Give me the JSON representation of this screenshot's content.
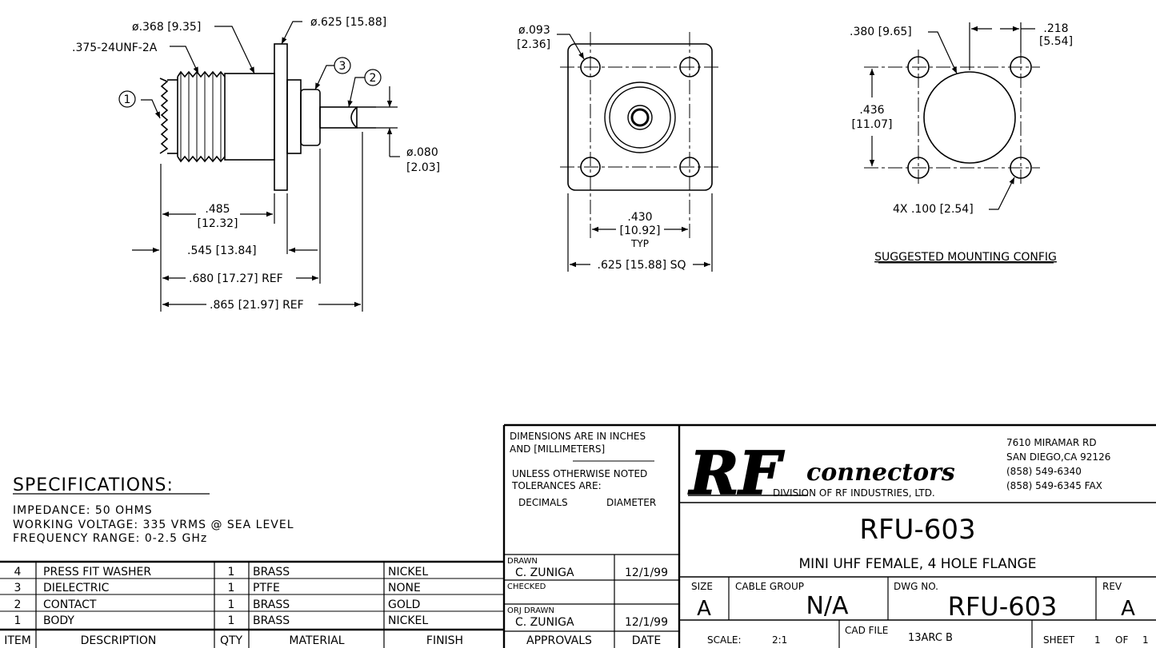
{
  "drawing": {
    "side_view": {
      "thread_dia": "ø.368 [9.35]",
      "flange_dia": "ø.625 [15.88]",
      "thread_spec": ".375-24UNF-2A",
      "pin_dia_in": "ø.080",
      "pin_dia_mm": "[2.03]",
      "dim_485_in": ".485",
      "dim_485_mm": "[12.32]",
      "dim_545": ".545 [13.84]",
      "dim_680": ".680 [17.27] REF",
      "dim_865": ".865 [21.97] REF",
      "balloons": [
        "1",
        "2",
        "3"
      ]
    },
    "front_view": {
      "hole_dia_in": "ø.093",
      "hole_dia_mm": "[2.36]",
      "spacing_in": ".430",
      "spacing_mm": "[10.92]",
      "spacing_typ": "TYP",
      "square": ".625 [15.88] SQ"
    },
    "mounting": {
      "center_hole": ".380 [9.65]",
      "offset_in": ".218",
      "offset_mm": "[5.54]",
      "height_in": ".436",
      "height_mm": "[11.07]",
      "holes": "4X .100 [2.54]",
      "caption": "SUGGESTED MOUNTING CONFIG"
    }
  },
  "specifications": {
    "title": "SPECIFICATIONS:",
    "lines": [
      "IMPEDANCE: 50 OHMS",
      "WORKING VOLTAGE: 335 VRMS @ SEA LEVEL",
      "FREQUENCY RANGE: 0-2.5 GHz"
    ]
  },
  "bom": {
    "headers": [
      "ITEM",
      "DESCRIPTION",
      "QTY",
      "MATERIAL",
      "FINISH"
    ],
    "rows": [
      [
        "4",
        "PRESS FIT WASHER",
        "1",
        "BRASS",
        "NICKEL"
      ],
      [
        "3",
        "DIELECTRIC",
        "1",
        "PTFE",
        "NONE"
      ],
      [
        "2",
        "CONTACT",
        "1",
        "BRASS",
        "GOLD"
      ],
      [
        "1",
        "BODY",
        "1",
        "BRASS",
        "NICKEL"
      ]
    ]
  },
  "tolerances": {
    "line1": "DIMENSIONS ARE IN INCHES",
    "line2": "AND [MILLIMETERS]",
    "line3": "UNLESS OTHERWISE NOTED",
    "line4": "TOLERANCES ARE:",
    "decimals": "DECIMALS",
    "diameter": "DIAMETER"
  },
  "approvals": {
    "drawn_label": "DRAWN",
    "drawn_by": "C. ZUNIGA",
    "drawn_date": "12/1/99",
    "checked_label": "CHECKED",
    "orj_label": "ORJ DRAWN",
    "orj_by": "C. ZUNIGA",
    "orj_date": "12/1/99",
    "approvals_label": "APPROVALS",
    "date_label": "DATE"
  },
  "title_block": {
    "logo_letters": "RF",
    "logo_word": "connectors",
    "division": "DIVISION OF RF INDUSTRIES, LTD.",
    "address1": "7610 MIRAMAR RD",
    "address2": "SAN DIEGO,CA 92126",
    "phone": "(858) 549-6340",
    "fax": "(858) 549-6345 FAX",
    "part_number": "RFU-603",
    "description": "MINI UHF FEMALE, 4 HOLE FLANGE",
    "size_label": "SIZE",
    "size": "A",
    "cable_group_label": "CABLE GROUP",
    "cable_group": "N/A",
    "dwg_no_label": "DWG NO.",
    "dwg_no": "RFU-603",
    "rev_label": "REV",
    "rev": "A",
    "scale_label": "SCALE:",
    "scale": "2:1",
    "cad_file_label": "CAD FILE",
    "cad_file": "13ARC B",
    "sheet_label": "SHEET",
    "sheet": "1",
    "of_label": "OF",
    "sheet_total": "1"
  }
}
